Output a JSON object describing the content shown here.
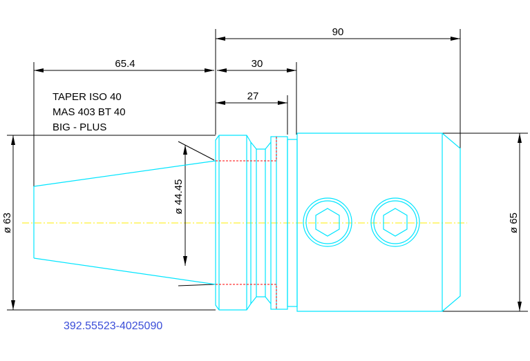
{
  "dimensions": {
    "overall_length": "90",
    "taper_length": "65.4",
    "flange_30": "30",
    "flange_27": "27",
    "diameter_44": "ø 44.45",
    "diameter_63": "ø 63",
    "diameter_65": "ø 65"
  },
  "notes": {
    "line1": "TAPER ISO 40",
    "line2": "MAS 403 BT 40",
    "line3": "BIG - PLUS"
  },
  "part_number": "392.55523-4025090",
  "colors": {
    "outline": "#00e5ff",
    "hidden": "#ff0000",
    "centerline": "#ffee00",
    "dimension": "#000000",
    "part_number": "#3a4dd8"
  }
}
